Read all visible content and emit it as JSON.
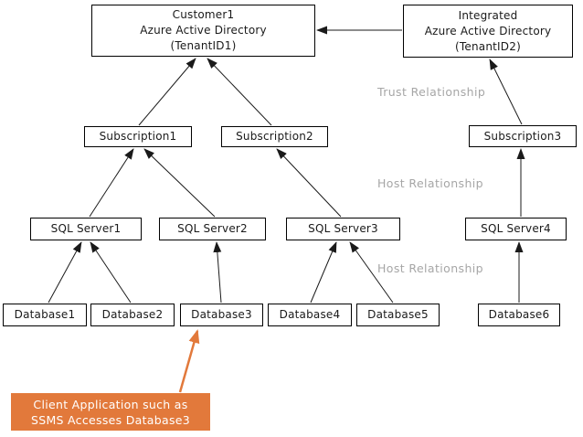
{
  "diagram": {
    "tenant1": {
      "name": "Customer1",
      "directory": "Azure Active Directory",
      "tenant_id": "(TenantID1)"
    },
    "tenant2": {
      "name": "Integrated",
      "directory": "Azure Active Directory",
      "tenant_id": "(TenantID2)"
    },
    "subscriptions": {
      "s1": "Subscription1",
      "s2": "Subscription2",
      "s3": "Subscription3"
    },
    "sql_servers": {
      "s1": "SQL Server1",
      "s2": "SQL Server2",
      "s3": "SQL Server3",
      "s4": "SQL Server4"
    },
    "databases": {
      "d1": "Database1",
      "d2": "Database2",
      "d3": "Database3",
      "d4": "Database4",
      "d5": "Database5",
      "d6": "Database6"
    },
    "relationship_labels": {
      "trust": "Trust Relationship",
      "host_upper": "Host Relationship",
      "host_lower": "Host Relationship"
    },
    "callout": {
      "line1": "Client Application such as",
      "line2": "SSMS Accesses Database3"
    },
    "colors": {
      "arrow": "#1a1a1a",
      "box_border": "#000000",
      "relationship_label": "#a6a6a6",
      "callout_bg": "#e2793b",
      "callout_text": "#ffffff"
    }
  }
}
